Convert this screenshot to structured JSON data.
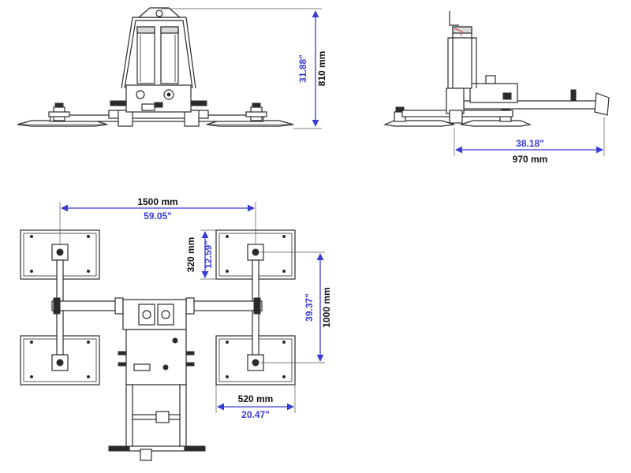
{
  "colors": {
    "line": "#2b2b2b",
    "dimension_blue": "#3b3bd6",
    "dimension_black": "#111111",
    "accent_red": "#d23a3a"
  },
  "front_view": {
    "height_inch": "31.88\"",
    "height_mm": "810 mm"
  },
  "side_view": {
    "depth_inch": "38.18\"",
    "depth_mm": "970 mm"
  },
  "top_view": {
    "width_mm": "1500 mm",
    "width_inch": "59.05\"",
    "pad_depth_mm": "320 mm",
    "pad_depth_inch": "12.59\"",
    "span_inch": "39.37\"",
    "span_mm": "1000 mm",
    "pad_width_mm": "520 mm",
    "pad_width_inch": "20.47\""
  }
}
